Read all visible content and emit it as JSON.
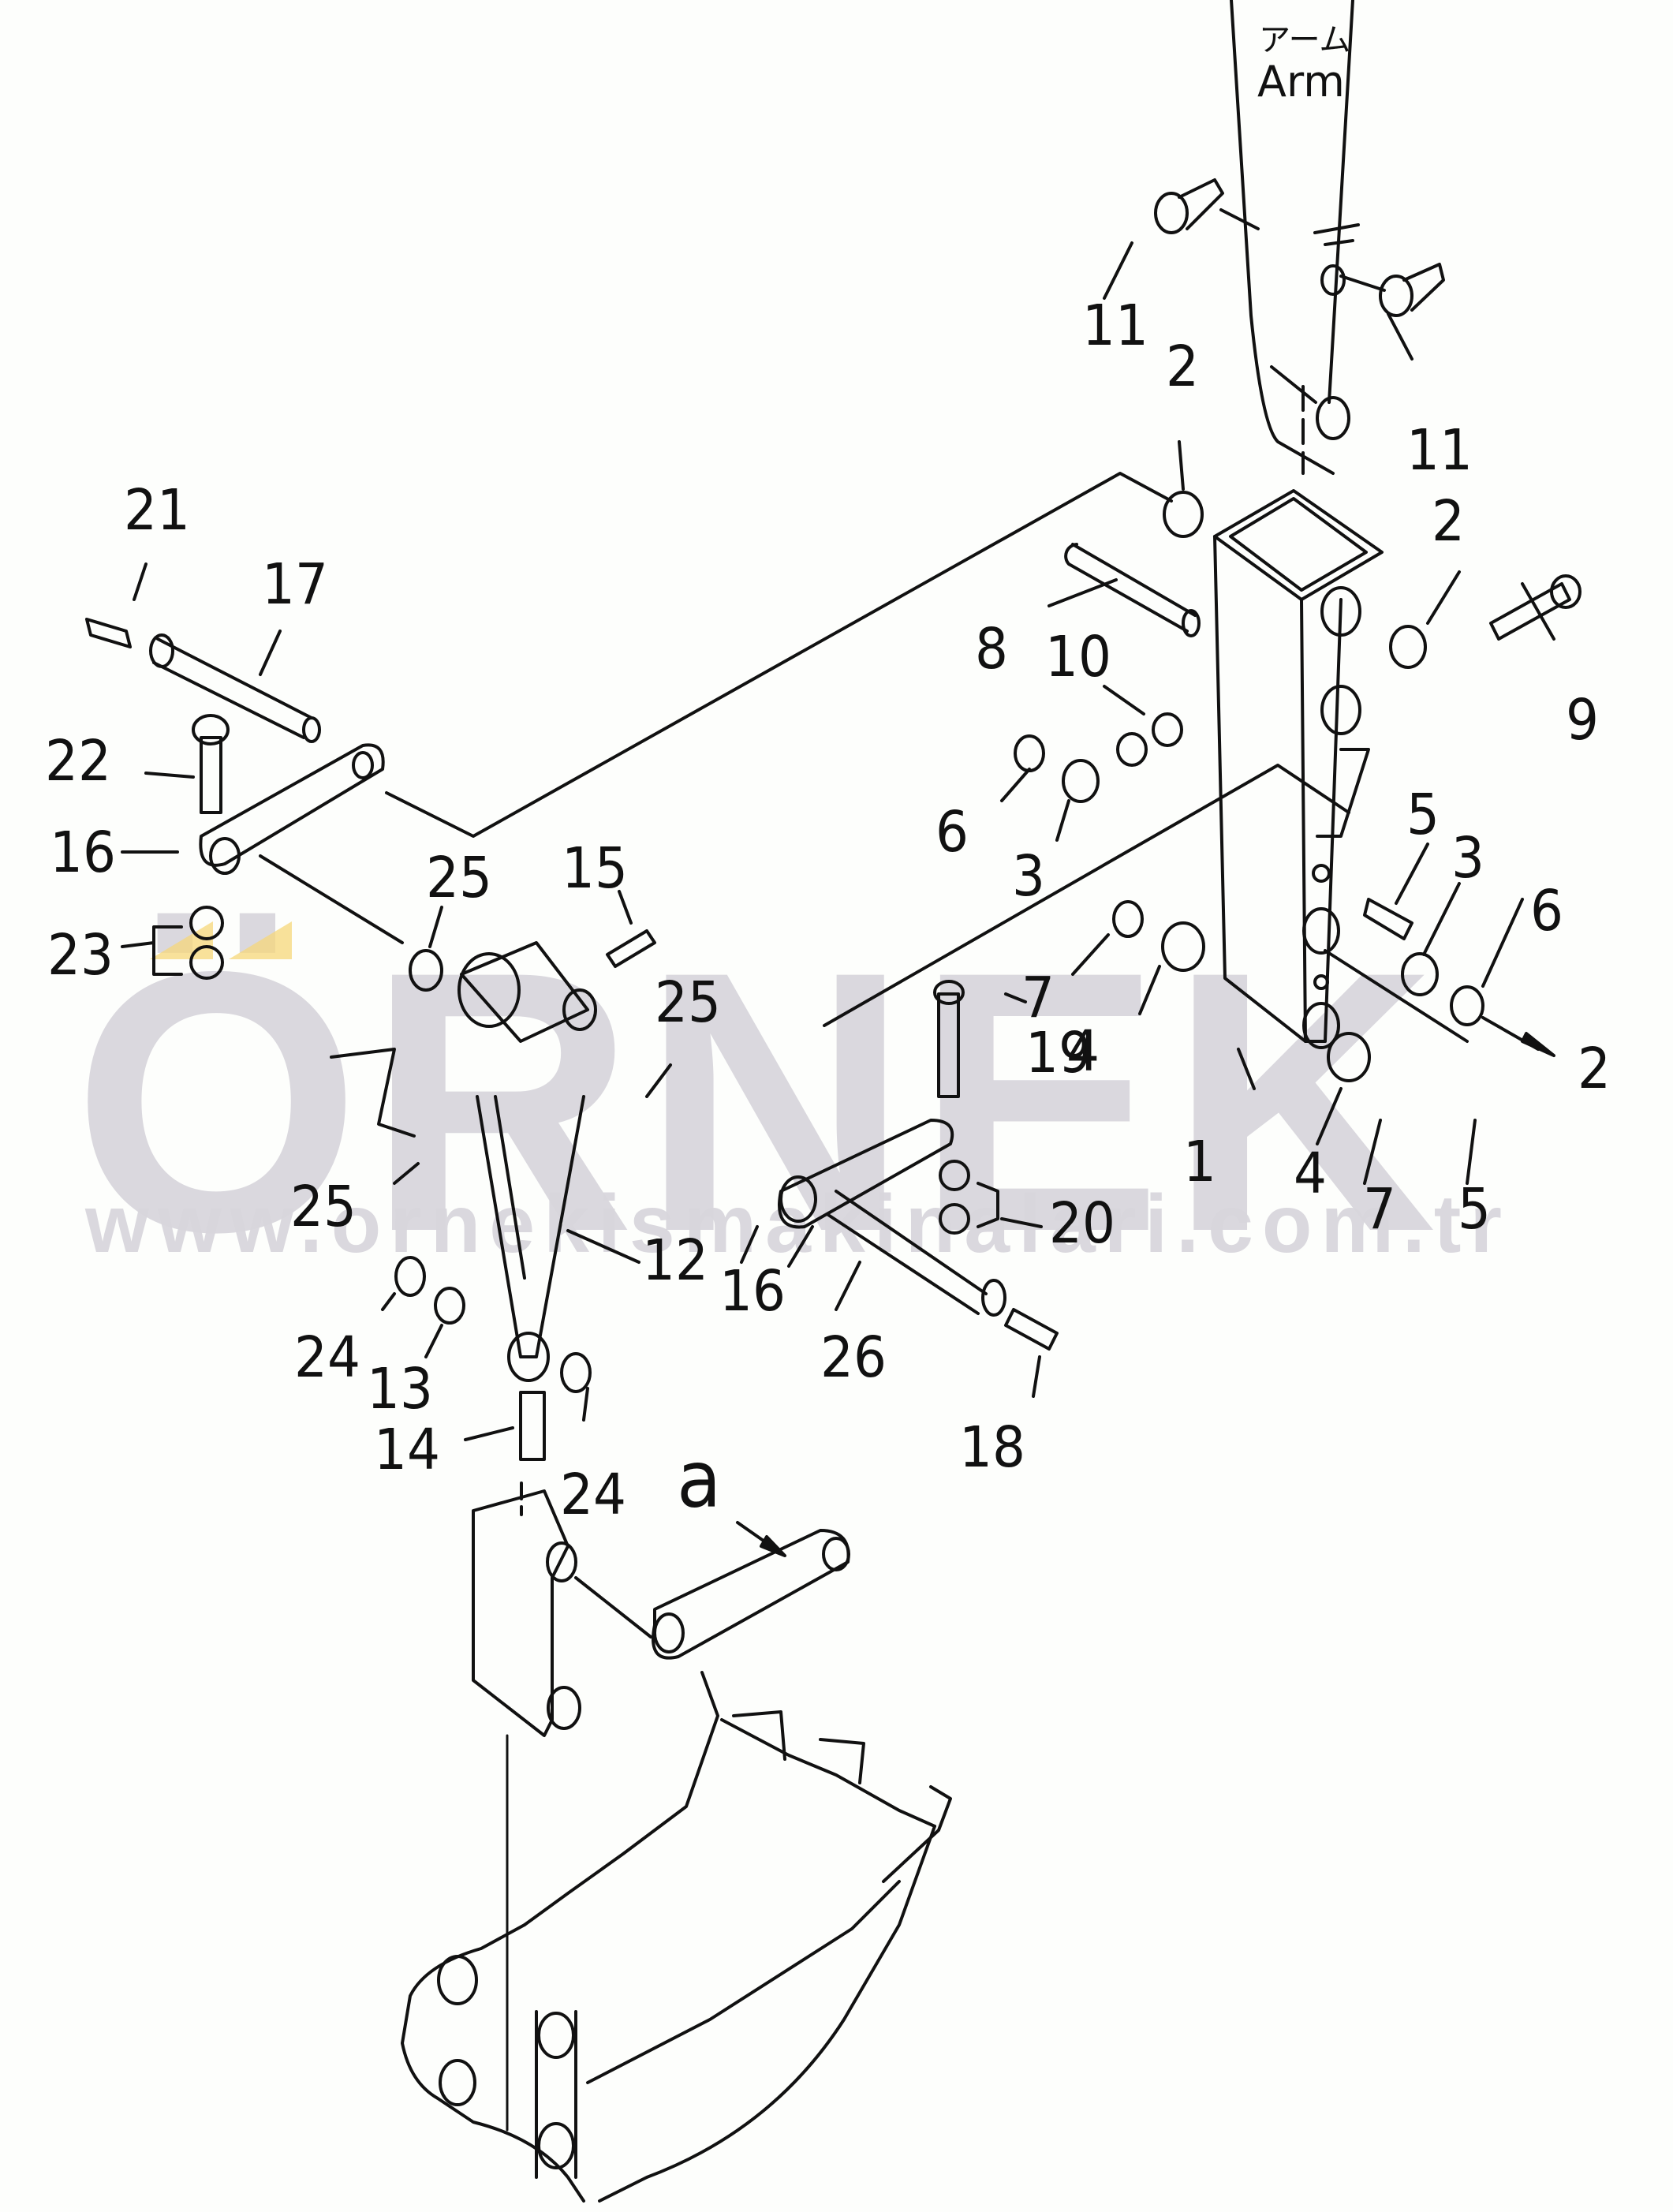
{
  "diagram": {
    "title_jp": "アーム",
    "title_en": "Arm",
    "section_marker": "a",
    "callout_partial": "2",
    "watermark": {
      "brand": "ÖRNEK",
      "url": "www.ornekismakinalari.com.tr",
      "text_color": "#d8d6dc",
      "accent_color": "#f5d77a"
    },
    "labels": [
      {
        "id": "l11a",
        "text": "11"
      },
      {
        "id": "l11b",
        "text": "11"
      },
      {
        "id": "l2a",
        "text": "2"
      },
      {
        "id": "l2b",
        "text": "2"
      },
      {
        "id": "l21",
        "text": "21"
      },
      {
        "id": "l17",
        "text": "17"
      },
      {
        "id": "l8",
        "text": "8"
      },
      {
        "id": "l10",
        "text": "10"
      },
      {
        "id": "l9",
        "text": "9"
      },
      {
        "id": "l22",
        "text": "22"
      },
      {
        "id": "l16a",
        "text": "16"
      },
      {
        "id": "l6a",
        "text": "6"
      },
      {
        "id": "l3a",
        "text": "3"
      },
      {
        "id": "l5a",
        "text": "5"
      },
      {
        "id": "l3b",
        "text": "3"
      },
      {
        "id": "l6b",
        "text": "6"
      },
      {
        "id": "l25a",
        "text": "25"
      },
      {
        "id": "l15",
        "text": "15"
      },
      {
        "id": "l23",
        "text": "23"
      },
      {
        "id": "l25b",
        "text": "25"
      },
      {
        "id": "l7a",
        "text": "7"
      },
      {
        "id": "l19",
        "text": "19"
      },
      {
        "id": "l4a",
        "text": "4"
      },
      {
        "id": "l1",
        "text": "1"
      },
      {
        "id": "l4b",
        "text": "4"
      },
      {
        "id": "l7b",
        "text": "7"
      },
      {
        "id": "l5b",
        "text": "5"
      },
      {
        "id": "l25c",
        "text": "25"
      },
      {
        "id": "l20",
        "text": "20"
      },
      {
        "id": "l12",
        "text": "12"
      },
      {
        "id": "l16b",
        "text": "16"
      },
      {
        "id": "l24a",
        "text": "24"
      },
      {
        "id": "l13",
        "text": "13"
      },
      {
        "id": "l26",
        "text": "26"
      },
      {
        "id": "l14",
        "text": "14"
      },
      {
        "id": "l18",
        "text": "18"
      },
      {
        "id": "l24b",
        "text": "24"
      }
    ]
  }
}
